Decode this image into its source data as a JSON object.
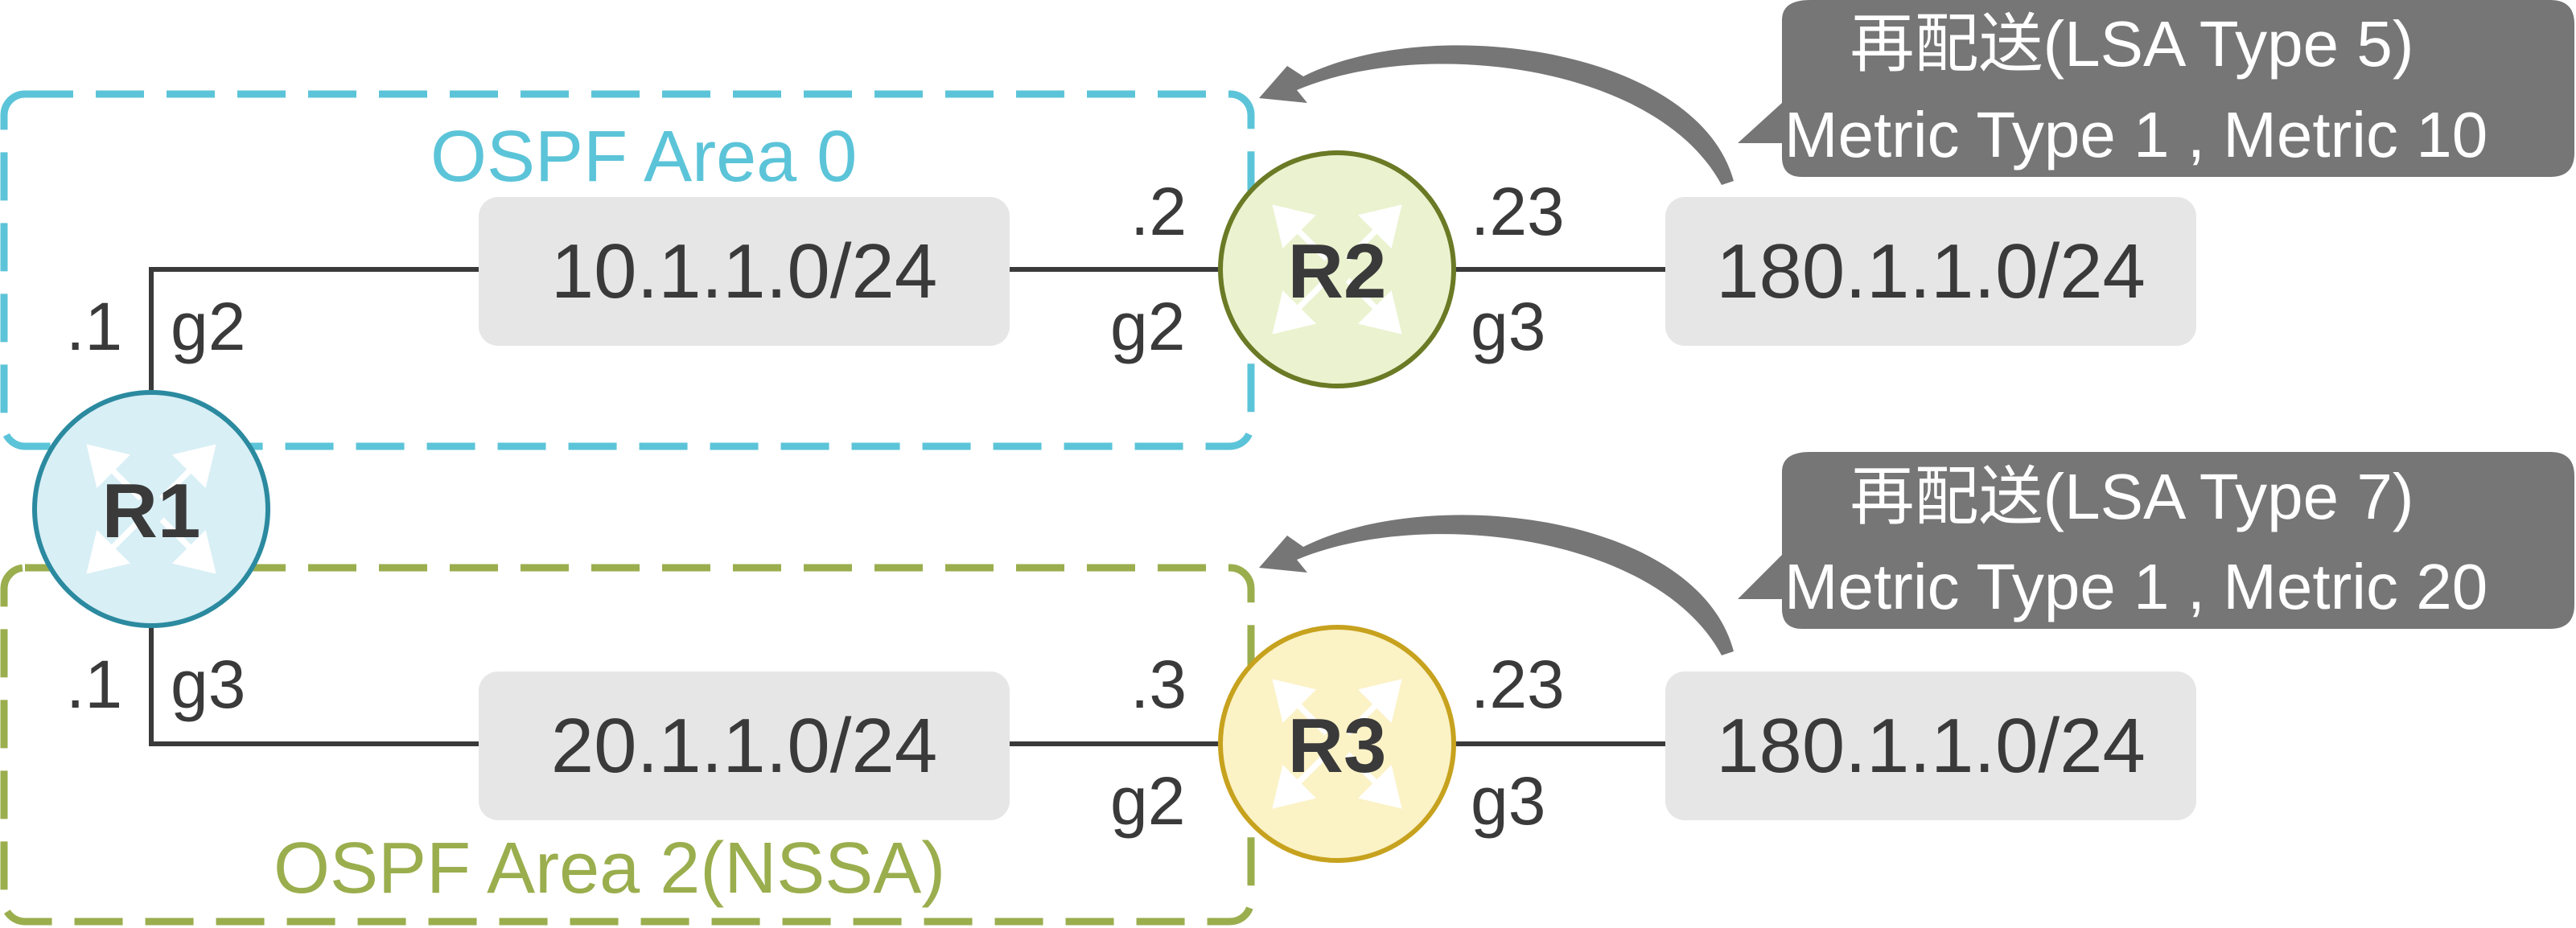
{
  "colors": {
    "area0": "#5cc4d8",
    "area2": "#9aae4e",
    "r1_fill": "#d8eff5",
    "r1_stroke": "#2b8a9f",
    "r2_fill": "#eaf2cf",
    "r2_stroke": "#6a7a25",
    "r3_fill": "#fbf2c6",
    "r3_stroke": "#c7a21e",
    "callout": "#767676",
    "network_box": "#e6e6e6",
    "line": "#3a3a3a"
  },
  "areas": {
    "area0": {
      "label": "OSPF Area 0"
    },
    "area2": {
      "label": "OSPF Area 2(NSSA)"
    }
  },
  "routers": {
    "r1": {
      "name": "R1",
      "icon": "router-icon"
    },
    "r2": {
      "name": "R2",
      "icon": "router-icon"
    },
    "r3": {
      "name": "R3",
      "icon": "router-icon"
    }
  },
  "networks": {
    "net_10": "10.1.1.0/24",
    "net_20": "20.1.1.0/24",
    "net_180_top": "180.1.1.0/24",
    "net_180_bottom": "180.1.1.0/24"
  },
  "interfaces": {
    "r1_top_ip": ".1",
    "r1_top_if": "g2",
    "r1_bottom_ip": ".1",
    "r1_bottom_if": "g3",
    "r2_left_ip": ".2",
    "r2_left_if": "g2",
    "r2_right_ip": ".23",
    "r2_right_if": "g3",
    "r3_left_ip": ".3",
    "r3_left_if": "g2",
    "r3_right_ip": ".23",
    "r3_right_if": "g3"
  },
  "callouts": {
    "top": {
      "line1": "再配送(LSA Type 5)",
      "line2": "Metric Type 1 , Metric 10"
    },
    "bottom": {
      "line1": "再配送(LSA Type 7)",
      "line2": "Metric Type 1 , Metric 20"
    }
  }
}
